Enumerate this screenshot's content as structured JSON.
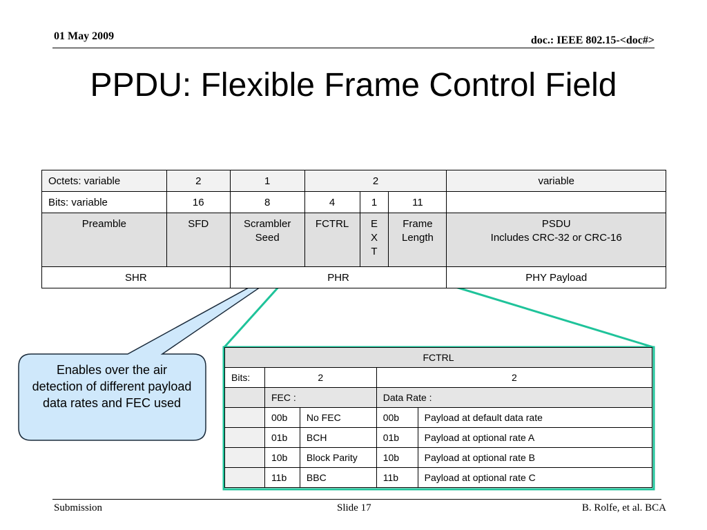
{
  "header": {
    "date": "01 May 2009",
    "doc": "doc.: IEEE 802.15-<doc#>"
  },
  "title": "PPDU: Flexible Frame Control Field",
  "ppdu_table": {
    "octets_row": [
      "Octets: variable",
      "2",
      "1",
      "2",
      "variable"
    ],
    "bits_row": [
      "Bits: variable",
      "16",
      "8",
      "4",
      "1",
      "11",
      ""
    ],
    "fields_row": [
      {
        "lines": [
          "Preamble"
        ]
      },
      {
        "lines": [
          "SFD"
        ]
      },
      {
        "lines": [
          "Scrambler",
          "Seed"
        ]
      },
      {
        "lines": [
          "FCTRL"
        ]
      },
      {
        "lines": [
          "E",
          "X",
          "T"
        ]
      },
      {
        "lines": [
          "Frame",
          "Length"
        ]
      },
      {
        "lines": [
          "PSDU",
          "Includes CRC-32 or CRC-16"
        ]
      }
    ],
    "groups_row": [
      "SHR",
      "PHR",
      "PHY Payload"
    ]
  },
  "fctrl_table": {
    "title": "FCTRL",
    "bits_label": "Bits:",
    "bits_values": [
      "2",
      "2"
    ],
    "group_labels": [
      "FEC :",
      "Data Rate :"
    ],
    "rows": [
      [
        "00b",
        "No FEC",
        "00b",
        "Payload at default data rate"
      ],
      [
        "01b",
        "BCH",
        "01b",
        "Payload at optional rate A"
      ],
      [
        "10b",
        "Block Parity",
        "10b",
        "Payload at optional rate B"
      ],
      [
        "11b",
        "BBC",
        "11b",
        "Payload at optional rate C"
      ]
    ]
  },
  "callout": {
    "text": "Enables over the air detection of different payload data rates and FEC used"
  },
  "footer": {
    "left": "Submission",
    "center": "Slide 17",
    "right": "B. Rolfe, et al. BCA"
  },
  "colors": {
    "connector": "#1fc39a",
    "callout_fill": "#cfe8fb",
    "callout_border": "#1a2a3a",
    "header_gray": "#e0e0e0"
  }
}
